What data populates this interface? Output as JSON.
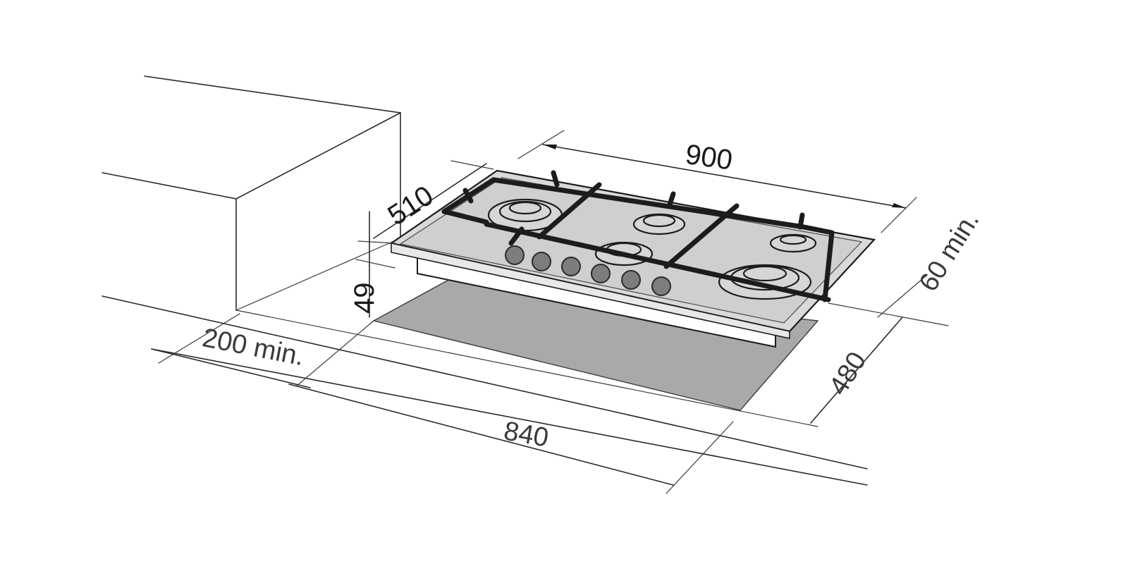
{
  "diagram": {
    "subject": "Built-in gas hob installation dimensions",
    "units": "mm",
    "colors": {
      "background": "#ffffff",
      "line": "#2a2a2a",
      "cutout_fill": "#a9a9a9",
      "hob_surface": "#d9d9d9",
      "knob": "#7d7d7d"
    },
    "dimensions": {
      "hob_width": "900",
      "hob_depth": "510",
      "hob_height": "49",
      "rear_clearance": "60 min.",
      "side_clearance": "200 min.",
      "cutout_width": "840",
      "cutout_depth": "480"
    },
    "appliance": {
      "burners": 5,
      "control_knobs": 6
    }
  }
}
